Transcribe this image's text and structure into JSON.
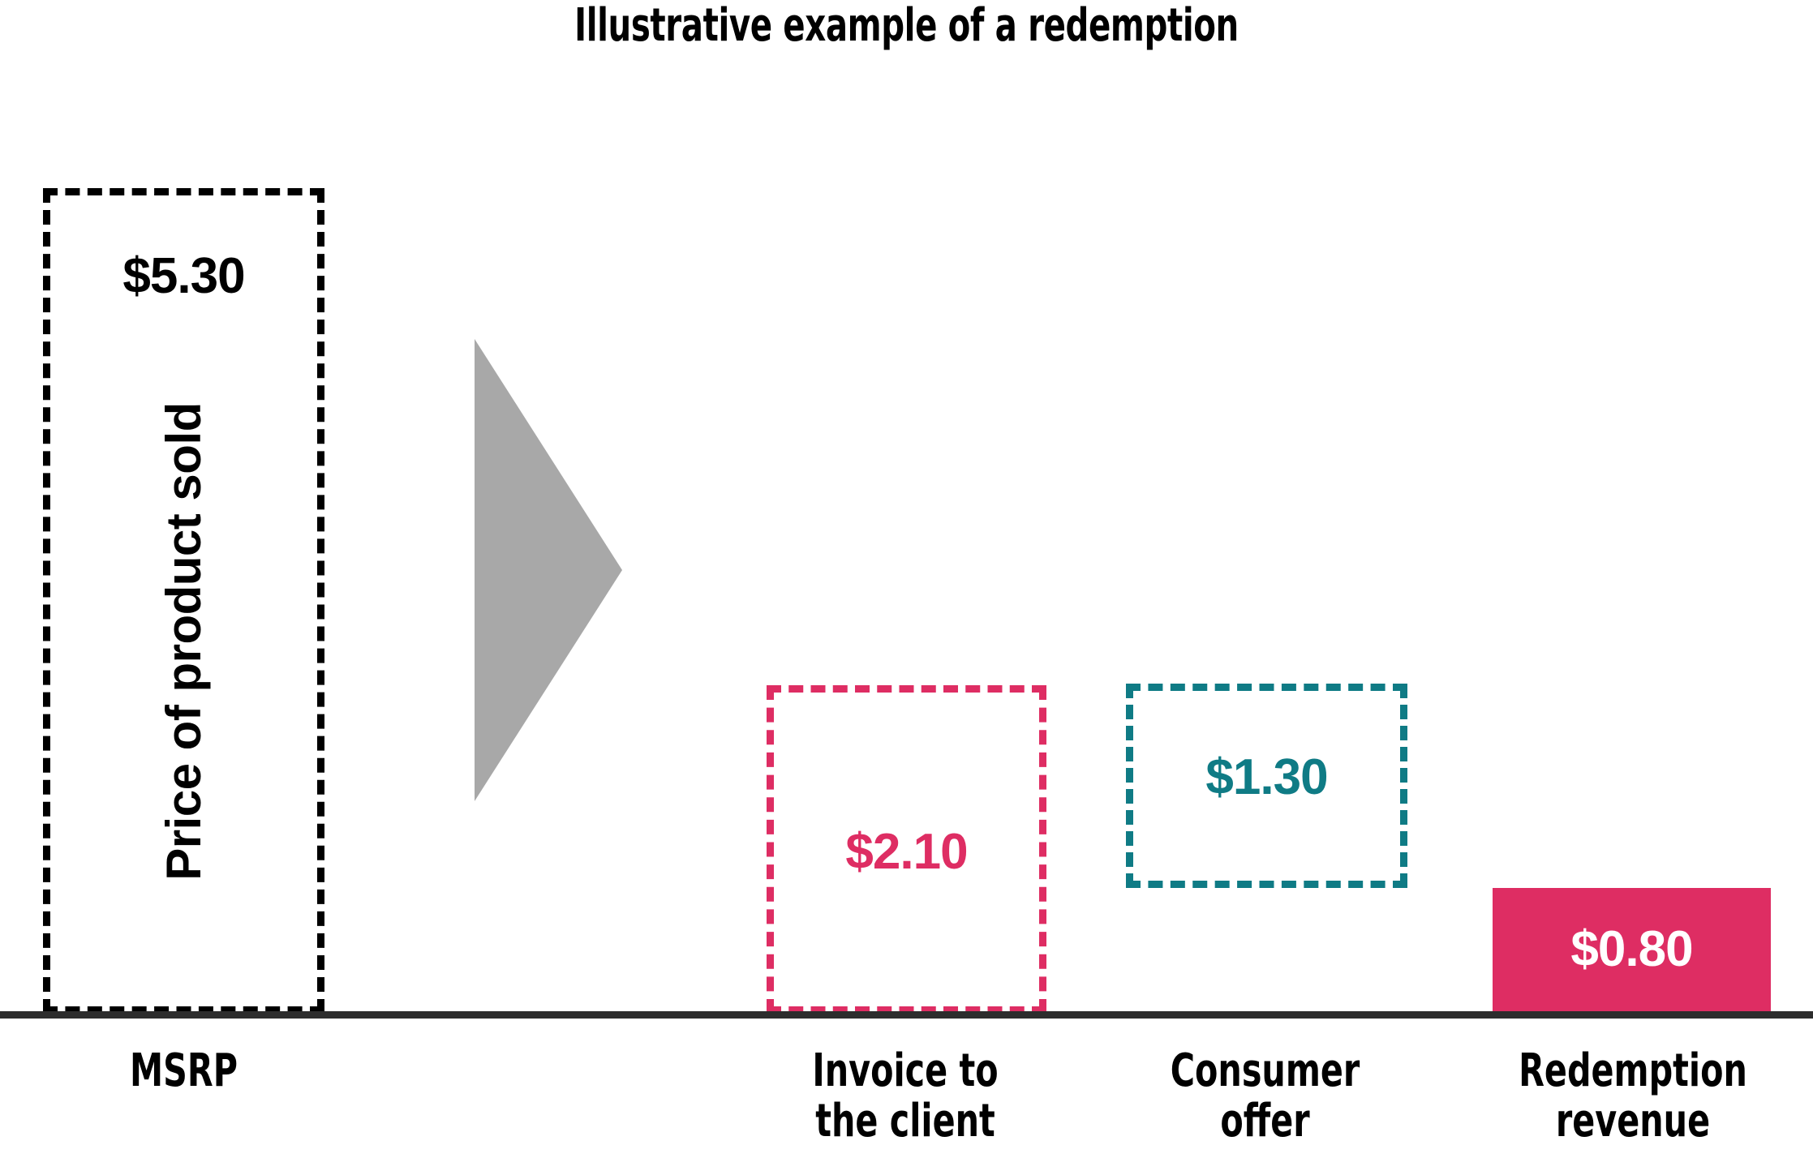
{
  "chart_data": {
    "type": "bar",
    "title": "Illustrative example of a redemption",
    "xlabel": "",
    "ylabel": "",
    "grid": false,
    "legend": "none",
    "ylim": [
      0,
      5.9
    ],
    "categories": [
      "MSRP",
      "Invoice to the client",
      "Consumer offer",
      "Redemption revenue"
    ],
    "values": [
      5.3,
      2.1,
      1.3,
      0.8
    ],
    "value_labels": [
      "$5.30",
      "$2.10",
      "$1.30",
      "$0.80"
    ],
    "bars": [
      {
        "category": "MSRP",
        "category_line1": "MSRP",
        "category_line2": "",
        "value": 5.3,
        "value_label": "$5.30",
        "style": "dashed",
        "color": "#000000",
        "label_color": "#000000",
        "annotation": "Price of product sold"
      },
      {
        "category": "Invoice to the client",
        "category_line1": "Invoice to",
        "category_line2": "the client",
        "value": 2.1,
        "value_label": "$2.10",
        "style": "dashed",
        "color": "#DE2D63",
        "label_color": "#DE2D63",
        "annotation": ""
      },
      {
        "category": "Consumer offer",
        "category_line1": "Consumer",
        "category_line2": "offer",
        "value": 1.3,
        "value_label": "$1.30",
        "style": "dashed",
        "color": "#0F7B85",
        "label_color": "#0F7B85",
        "annotation": ""
      },
      {
        "category": "Redemption revenue",
        "category_line1": "Redemption",
        "category_line2": "revenue",
        "value": 0.8,
        "value_label": "$0.80",
        "style": "solid",
        "color": "#DE2D63",
        "label_color": "#FFFFFF",
        "annotation": ""
      }
    ],
    "annotations": [
      {
        "text": "Price of product sold",
        "orientation": "vertical",
        "target": "MSRP"
      },
      {
        "text": "",
        "shape": "right-arrow",
        "color": "#A8A8A8",
        "note": "gray arrow indicating flow from MSRP toward invoice"
      }
    ],
    "colors": {
      "accent_pink": "#DE2D63",
      "accent_teal": "#0F7B85",
      "arrow_gray": "#A8A8A8",
      "axis": "#2D2D2D",
      "text": "#000000",
      "background": "#FFFFFF"
    }
  }
}
